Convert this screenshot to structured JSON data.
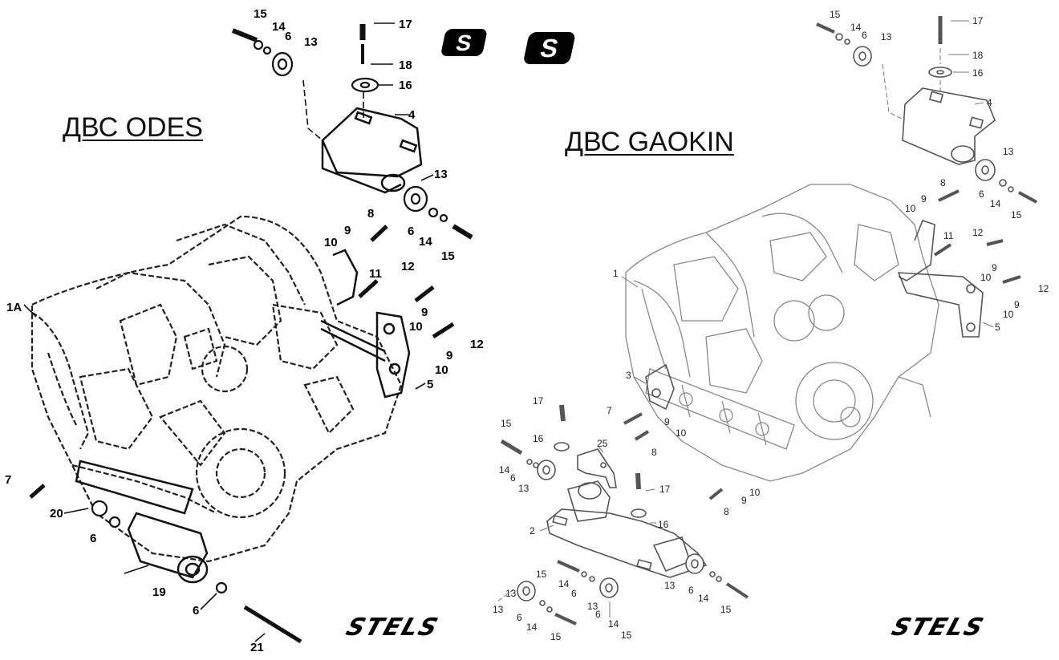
{
  "titles": {
    "left": "ДВС ODES",
    "right": "ДВС  GAOKIN"
  },
  "brand": {
    "logo_letter": "S",
    "wordmark": "STELS"
  },
  "left_diagram_labels": [
    "15",
    "14",
    "6",
    "13",
    "17",
    "18",
    "16",
    "4",
    "13",
    "8",
    "9",
    "10",
    "6",
    "14",
    "15",
    "11",
    "12",
    "9",
    "10",
    "12",
    "9",
    "10",
    "5",
    "1A",
    "7",
    "20",
    "6",
    "19",
    "6",
    "21"
  ],
  "right_diagram_labels": [
    "15",
    "14",
    "6",
    "13",
    "17",
    "18",
    "16",
    "4",
    "13",
    "8",
    "6",
    "14",
    "15",
    "9",
    "10",
    "11",
    "12",
    "9",
    "10",
    "12",
    "9",
    "10",
    "5",
    "1",
    "3",
    "7",
    "9",
    "10",
    "8",
    "17",
    "16",
    "25",
    "15",
    "14",
    "6",
    "13",
    "17",
    "2",
    "16",
    "10",
    "9",
    "8",
    "15",
    "14",
    "6",
    "13",
    "13",
    "6",
    "14",
    "15",
    "13",
    "6",
    "14",
    "15",
    "13",
    "6",
    "14",
    "15"
  ]
}
